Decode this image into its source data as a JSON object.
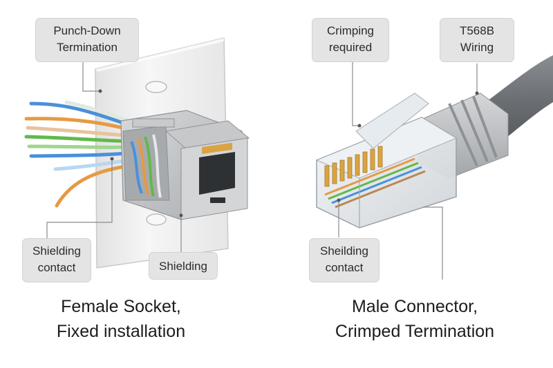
{
  "callouts": {
    "punch_down": {
      "line1": "Punch-Down",
      "line2": "Termination"
    },
    "crimping": {
      "line1": "Crimping",
      "line2": "required"
    },
    "t568b": {
      "line1": "T568B",
      "line2": "Wiring"
    },
    "shielding_contact_left": {
      "line1": "Shielding",
      "line2": "contact"
    },
    "shielding": {
      "line1": "Shielding"
    },
    "shielding_contact_right": {
      "line1": "Sheilding",
      "line2": "contact"
    }
  },
  "captions": {
    "female": {
      "line1": "Female Socket,",
      "line2": "Fixed installation"
    },
    "male": {
      "line1": "Male Connector,",
      "line2": "Crimped Termination"
    }
  },
  "colors": {
    "callout_bg": "#e4e4e4",
    "leader_line": "#8a8a8a",
    "wall_plate": "#eeeeee",
    "keystone_gray": "#b9bcbf",
    "cable_gray": "#707478",
    "gold_pins": "#d9a441",
    "wire_blue": "#4a90d9",
    "wire_orange": "#e59a45",
    "wire_green": "#62b94a",
    "wire_brown": "#b98852"
  }
}
